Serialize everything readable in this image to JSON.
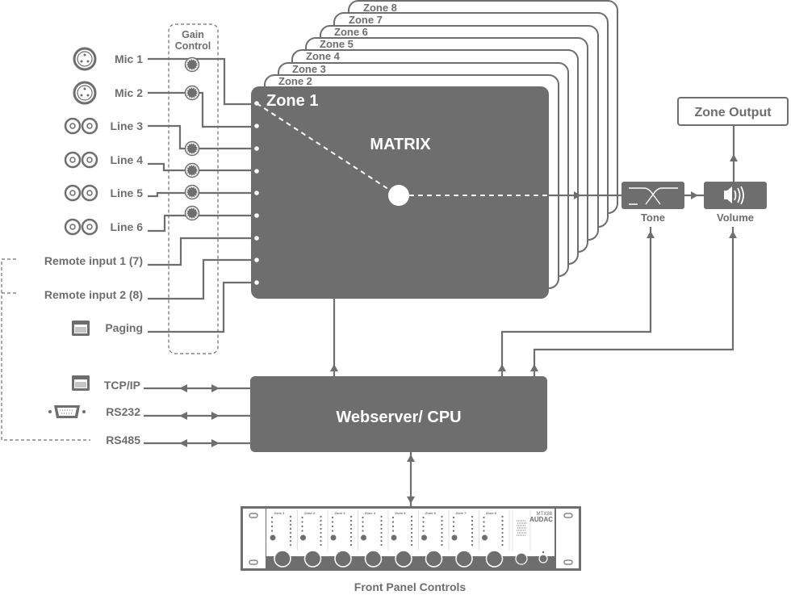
{
  "gain_control": {
    "label_line1": "Gain",
    "label_line2": "Control"
  },
  "inputs": [
    {
      "label": "Mic 1",
      "icon": "xlr-connector-icon"
    },
    {
      "label": "Mic 2",
      "icon": "xlr-connector-icon"
    },
    {
      "label": "Line 3",
      "icon": "rca-connector-icon"
    },
    {
      "label": "Line 4",
      "icon": "rca-connector-icon"
    },
    {
      "label": "Line 5",
      "icon": "rca-connector-icon"
    },
    {
      "label": "Line 6",
      "icon": "rca-connector-icon"
    },
    {
      "label": "Remote input 1 (7)",
      "icon": ""
    },
    {
      "label": "Remote input 2 (8)",
      "icon": ""
    },
    {
      "label": "Paging",
      "icon": "rj45-port-icon"
    }
  ],
  "matrix": {
    "zone_label": "Zone 1",
    "title": "MATRIX",
    "stacked_zones": [
      "Zone 2",
      "Zone 3",
      "Zone 4",
      "Zone 5",
      "Zone 6",
      "Zone 7",
      "Zone 8"
    ]
  },
  "processing": {
    "tone_label": "Tone",
    "volume_label": "Volume",
    "output_label": "Zone Output"
  },
  "cpu": {
    "label": "Webserver/ CPU"
  },
  "control_ports": [
    {
      "label": "TCP/IP",
      "icon": "rj45-port-icon"
    },
    {
      "label": "RS232",
      "icon": "db9-serial-port-icon"
    },
    {
      "label": "RS485",
      "icon": ""
    }
  ],
  "front_panel": {
    "caption": "Front Panel Controls",
    "brand": "AUDAC",
    "model": "MTX88",
    "zones": [
      "Zone 1",
      "Zone 2",
      "Zone 3",
      "Zone 4",
      "Zone 5",
      "Zone 6",
      "Zone 7",
      "Zone 8"
    ]
  },
  "colors": {
    "primary": "#6e6e6e",
    "background": "#ffffff"
  }
}
